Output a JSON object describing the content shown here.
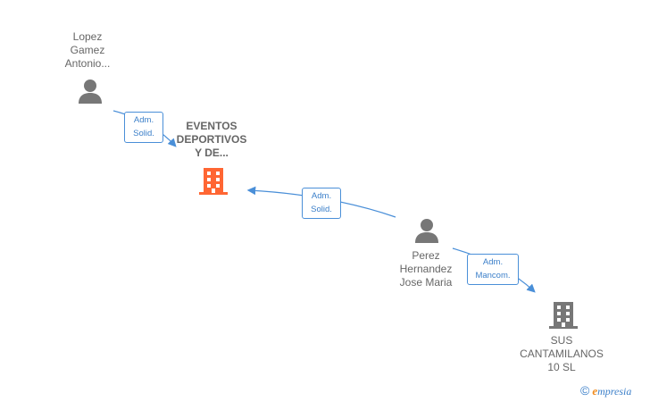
{
  "nodes": {
    "person_lopez": {
      "name": "Lopez\nGamez\nAntonio..."
    },
    "company_eventos": {
      "name": "EVENTOS\nDEPORTIVOS\nY DE..."
    },
    "person_perez": {
      "name": "Perez\nHernandez\nJose Maria"
    },
    "company_sus": {
      "name": "SUS\nCANTAMILANOS\n10 SL"
    }
  },
  "edges": {
    "lopez_to_eventos": {
      "role": "Adm.\nSolid."
    },
    "perez_to_eventos": {
      "role": "Adm.\nSolid."
    },
    "perez_to_sus": {
      "role": "Adm.\nMancom."
    }
  },
  "colors": {
    "main_company": "#ff6633",
    "company": "#777777",
    "person": "#777777",
    "edge": "#4a8fd8"
  },
  "footer": {
    "copyright_symbol": "©",
    "brand_first": "e",
    "brand_rest": "mpresia"
  }
}
